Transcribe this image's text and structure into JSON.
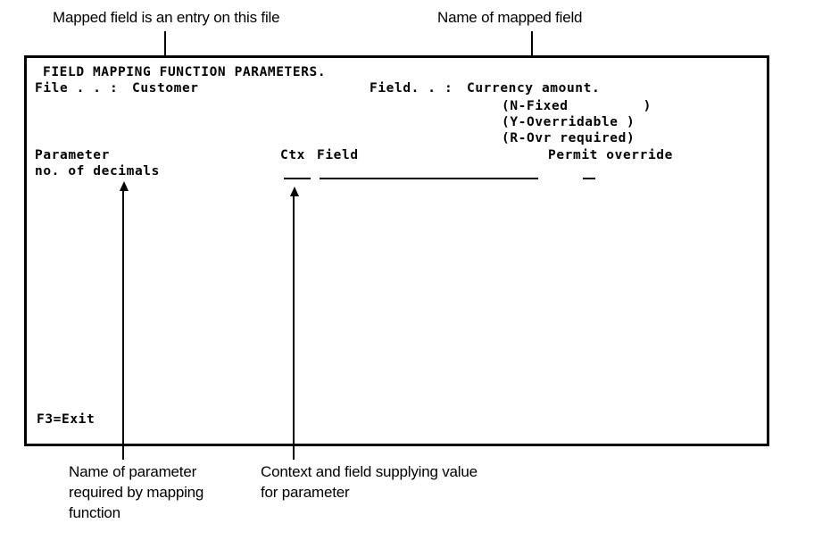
{
  "annotations": {
    "top_left": "Mapped field is an entry on this file",
    "top_right": "Name of mapped field",
    "bottom_left": "Name of parameter\nrequired by mapping\nfunction",
    "bottom_right": "Context and field supplying value\nfor parameter"
  },
  "terminal": {
    "title": "FIELD MAPPING FUNCTION PARAMETERS.",
    "file_label": "File . . : ",
    "file_value": "Customer",
    "field_label": "Field. . : ",
    "field_value": "Currency amount.",
    "override_legend": [
      "(N-Fixed         )",
      "(Y-Overridable )",
      "(R-Ovr required)"
    ],
    "column_headers": {
      "parameter": "Parameter",
      "ctx": "Ctx",
      "field": "Field",
      "permit_override": "Permit override"
    },
    "rows": [
      {
        "parameter": "no. of decimals",
        "ctx": "",
        "field": "",
        "permit_override": ""
      }
    ],
    "function_keys": "F3=Exit"
  },
  "colors": {
    "foreground": "#000000",
    "background": "#ffffff"
  }
}
